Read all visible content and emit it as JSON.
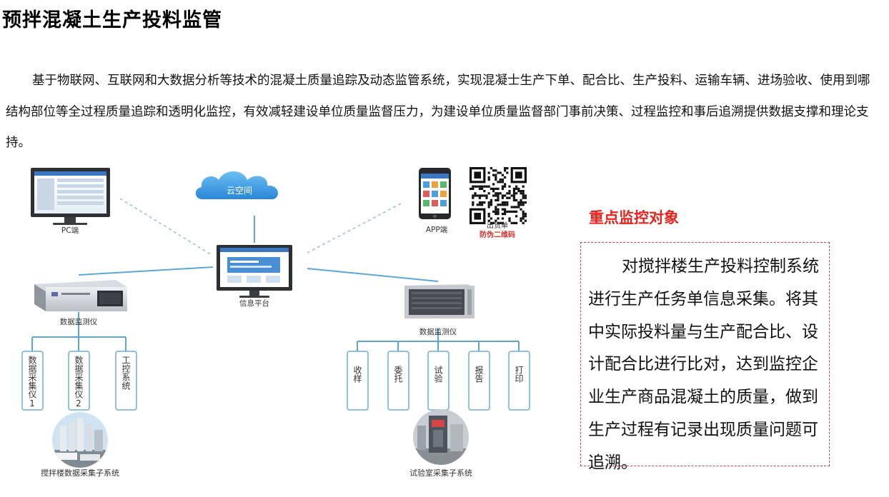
{
  "title": "预拌混凝土生产投料监管",
  "intro": "基于物联网、互联网和大数据分析等技术的混凝土质量追踪及动态监管系统，实现混凝士生产下单、配合比、生产投料、运输车辆、进场验收、使用到哪结构部位等全过程质量追踪和透明化监控，有效减轻建设单位质量监督压力，为建设单位质量监督部门事前决策、过程监控和事后追溯提供数据支撑和理论支持。",
  "diagram": {
    "cloud": "云空间",
    "pc": "PC端",
    "platform": "信息平台",
    "app": "APP端",
    "qr_caption": "出货单",
    "qr_caption2": "防伪二维码",
    "left_device": "数据监测仪",
    "right_device": "数据监测仪",
    "left_boxes": [
      "数据采集仪1",
      "数据采集仪2",
      "工控系统"
    ],
    "right_boxes": [
      "收样",
      "委托",
      "试验",
      "报告",
      "打印"
    ],
    "left_subsystem": "搅拌楼数据采集子系统",
    "right_subsystem": "试验室采集子系统"
  },
  "panel": {
    "heading": "重点监控对象",
    "text": "对搅拌楼生产投料控制系统进行生产任务单信息采集。将其中实际投料量与生产配合比、设计配合比进行比对，达到监控企业生产商品混凝土的质量，做到生产过程有记录出现质量问题可追溯。"
  },
  "colors": {
    "connector": "#5aa7d9",
    "box_border": "#6aaedc",
    "heading_red": "#e8231d",
    "panel_border": "#d4434a",
    "cloud": "#3d9be0",
    "qr_caption_red": "#d8322c"
  }
}
